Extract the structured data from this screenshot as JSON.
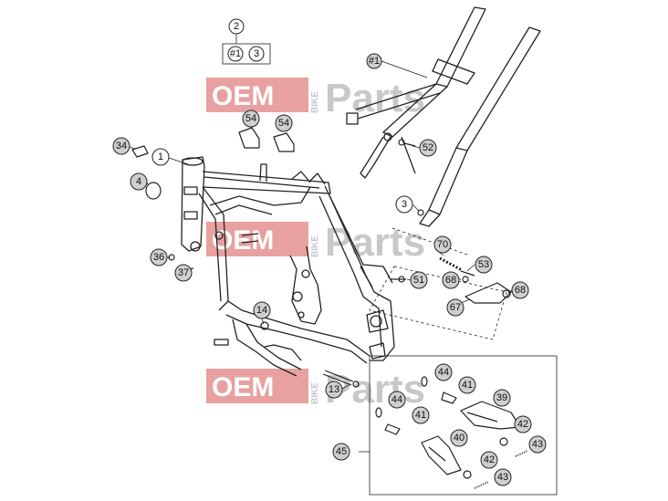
{
  "watermark": {
    "left": "OEM",
    "vertical": "BIKE",
    "right": "Parts",
    "colors": {
      "box": "#e8a0a0",
      "text_light": "#ffffff",
      "text_grey": "#c8c8c8"
    }
  },
  "callouts": {
    "c1": "1",
    "c2": "2",
    "c3a": "3",
    "c3b": "3",
    "c4": "4",
    "c13": "13",
    "c14": "14",
    "c34": "34",
    "c36": "36",
    "c37": "37",
    "c39": "39",
    "c40": "40",
    "c41a": "41",
    "c41b": "41",
    "c42a": "42",
    "c42b": "42",
    "c43a": "43",
    "c43b": "43",
    "c44a": "44",
    "c44b": "44",
    "c45": "45",
    "c51": "51",
    "c52": "52",
    "c53": "53",
    "c54a": "54",
    "c54b": "54",
    "c67": "67",
    "c68a": "68",
    "c68b": "68",
    "c70": "70",
    "h1a": "#1",
    "h1b": "#1"
  },
  "colors": {
    "line": "#222222",
    "callout_fill": "#cfcfcf",
    "callout_stroke": "#222222"
  }
}
